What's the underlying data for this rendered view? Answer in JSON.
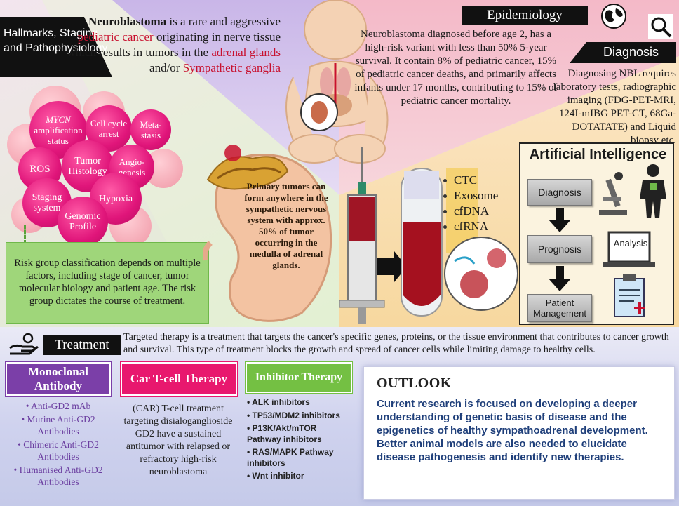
{
  "intro": {
    "bold": "Neuroblastoma",
    "text1": " is a rare and aggressive ",
    "red1": "pediatric cancer",
    "text2": " originating in nerve tissue which results in tumors in the ",
    "red2": "adrenal glands",
    "text3": " and/or ",
    "red3": "Sympathetic ganglia"
  },
  "hallmarks": {
    "title": "Hallmarks, Staging and Pathophysiology",
    "bubbles": {
      "mycn_italic": "MYCN",
      "mycn_rest": "amplification status",
      "cell_cycle": "Cell cycle arrest",
      "metastasis": "Meta-stasis",
      "ros": "ROS",
      "tumor_histology": "Tumor Histology",
      "angiogenesis": "Angio-genesis",
      "staging": "Staging system",
      "hypoxia": "Hypoxia",
      "genomic": "Genomic Profile"
    },
    "risk_text": "Risk group classification depends on multiple factors, including stage of cancer, tumor molecular biology and patient age. The risk group dictates the course of treatment.",
    "primary_text": "Primary tumors can form anywhere in the sympathetic nervous system with approx. 50% of tumor occurring in the medulla of adrenal glands."
  },
  "epidemiology": {
    "title": "Epidemiology",
    "text": "Neuroblastoma diagnosed before age 2, has a high-risk variant with less than 50% 5-year survival. It contain 8% of pediatric cancer, 15% of pediatric cancer deaths, and primarily affects infants under 17 months, contributing to 15% of pediatric cancer mortality."
  },
  "diagnosis": {
    "title": "Diagnosis",
    "text": "Diagnosing NBL requires laboratory tests, radiographic imaging (FDG-PET-MRI, 124I-mIBG PET-CT, 68Ga-DOTATATE) and Liquid biopsy etc.",
    "biopsy_items": [
      "CTC",
      "Exosome",
      "cfDNA",
      "cfRNA"
    ]
  },
  "ai": {
    "title": "Artificial Intelligence",
    "steps": [
      "Diagnosis",
      "Prognosis",
      "Patient Management"
    ],
    "analysis_label": "Analysis"
  },
  "treatment": {
    "title": "Treatment",
    "text": "Targeted therapy is a treatment that targets the cancer's specific genes, proteins, or the tissue environment that contributes to cancer growth and survival. This type of treatment blocks the growth and spread of cancer cells while limiting damage to healthy cells.",
    "monoclonal": {
      "title": "Monoclonal Antibody",
      "items": [
        "Anti-GD2 mAb",
        "Murine Anti-GD2 Antibodies",
        "Chimeric Anti-GD2 Antibodies",
        "Humanised Anti-GD2 Antibodies"
      ],
      "color": "#7b3fa8"
    },
    "cart": {
      "title": "Car T-cell Therapy",
      "text": "(CAR) T-cell treatment targeting disialoganglioside GD2 have a sustained antitumor with relapsed or refractory high-risk neuroblastoma",
      "color": "#e8186e"
    },
    "inhibitor": {
      "title": "Inhibitor Therapy",
      "items": [
        "ALK inhibitors",
        "TP53/MDM2 inhibitors",
        "P13K/Akt/mTOR Pathway inhibitors",
        "RAS/MAPK Pathway inhibitors",
        "Wnt inhibitor"
      ],
      "color": "#74c043"
    }
  },
  "outlook": {
    "title": "OUTLOOK",
    "p1": "Current research is focused on developing a deeper understanding of genetic basis of disease and the epigenetics of healthy sympathoadrenal development.",
    "p2": "Better animal models are also needed to elucidate disease pathogenesis and identify new therapies."
  }
}
